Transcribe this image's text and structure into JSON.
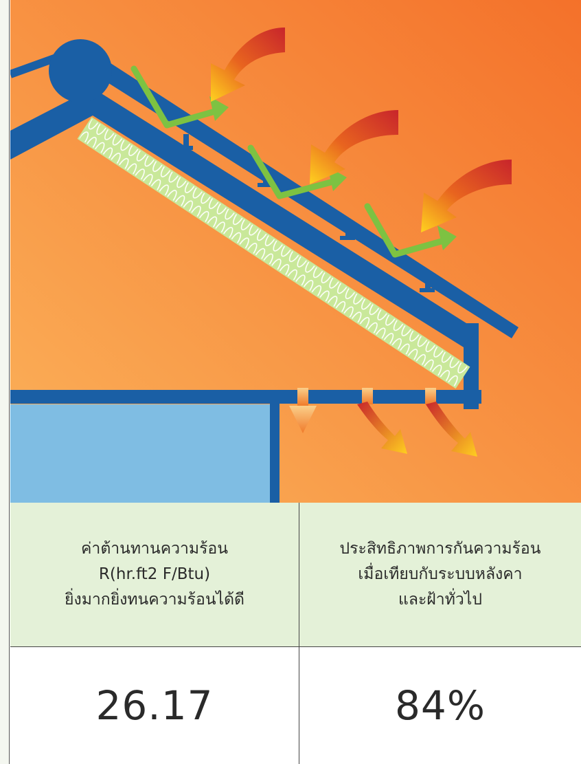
{
  "diagram": {
    "colors": {
      "background_gradient": [
        "#fbb25a",
        "#f4712a"
      ],
      "roof_structure": "#1a5fa5",
      "insulation": "#c9e89a",
      "ventilation_arrows": "#7dc242",
      "heat_arrows": [
        "#ffd21f",
        "#c8252b"
      ],
      "room": "#7fbde3"
    },
    "icons": [
      "heat-arrow-icon",
      "ventilation-arrow-icon"
    ]
  },
  "table": {
    "columns": [
      {
        "header_lines": [
          "ค่าต้านทานความร้อน",
          "R(hr.ft2 F/Btu)",
          "ยิ่งมากยิ่งทนความร้อนได้ดี"
        ],
        "value": "26.17"
      },
      {
        "header_lines": [
          "ประสิทธิภาพการกันความร้อน",
          "เมื่อเทียบกับระบบหลังคา",
          "และฝ้าทั่วไป"
        ],
        "value": "84%"
      }
    ]
  }
}
